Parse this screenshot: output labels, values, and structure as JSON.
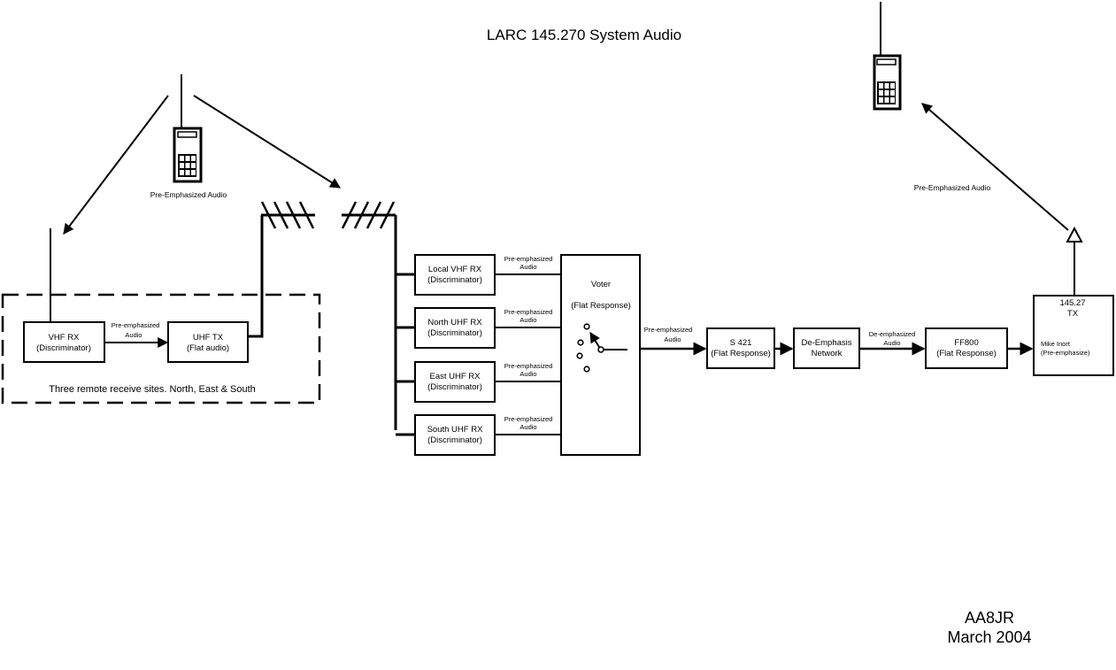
{
  "title": "LARC 145.270 System Audio",
  "signature": {
    "callsign": "AA8JR",
    "date": "March 2004"
  },
  "handheld_left": {
    "label": "Pre-Emphasized Audio"
  },
  "handheld_right": {
    "label": "Pre-Emphasized Audio"
  },
  "remote_site": {
    "caption": "Three remote receive sites.  North, East & South",
    "vhf_rx": {
      "line1": "VHF RX",
      "line2": "(Discriminator)"
    },
    "uhf_tx": {
      "line1": "UHF TX",
      "line2": "(Flat audio)"
    },
    "link_label": {
      "line1": "Pre-emphasized",
      "line2": "Audio"
    }
  },
  "receivers": [
    {
      "line1": "Local VHF RX",
      "line2": "(Discriminator)",
      "link1": "Pre-emphasized",
      "link2": "Audio"
    },
    {
      "line1": "North UHF RX",
      "line2": "(Discriminator)",
      "link1": "Pre-emphasized",
      "link2": "Audio"
    },
    {
      "line1": "East UHF RX",
      "line2": "(Discriminator)",
      "link1": "Pre-emphasized",
      "link2": "Audio"
    },
    {
      "line1": "South UHF RX",
      "line2": "(Discriminator)",
      "link1": "Pre-emphasized",
      "link2": "Audio"
    }
  ],
  "voter": {
    "line1": "Voter",
    "line2": "(Flat Response)"
  },
  "voter_out_label": {
    "line1": "Pre-emphasized",
    "line2": "Audio"
  },
  "s421": {
    "line1": "S 421",
    "line2": "(Flat Response)"
  },
  "deemphasis": {
    "line1": "De-Emphasis",
    "line2": "Network"
  },
  "deemph_out_label": {
    "line1": "De-emphasized",
    "line2": "Audio"
  },
  "ff800": {
    "line1": "FF800",
    "line2": "(Flat Response)"
  },
  "tx": {
    "line1": "145.27",
    "line2": "TX",
    "line3": "Mike Inort",
    "line4": "(Pre-emphasize)"
  }
}
